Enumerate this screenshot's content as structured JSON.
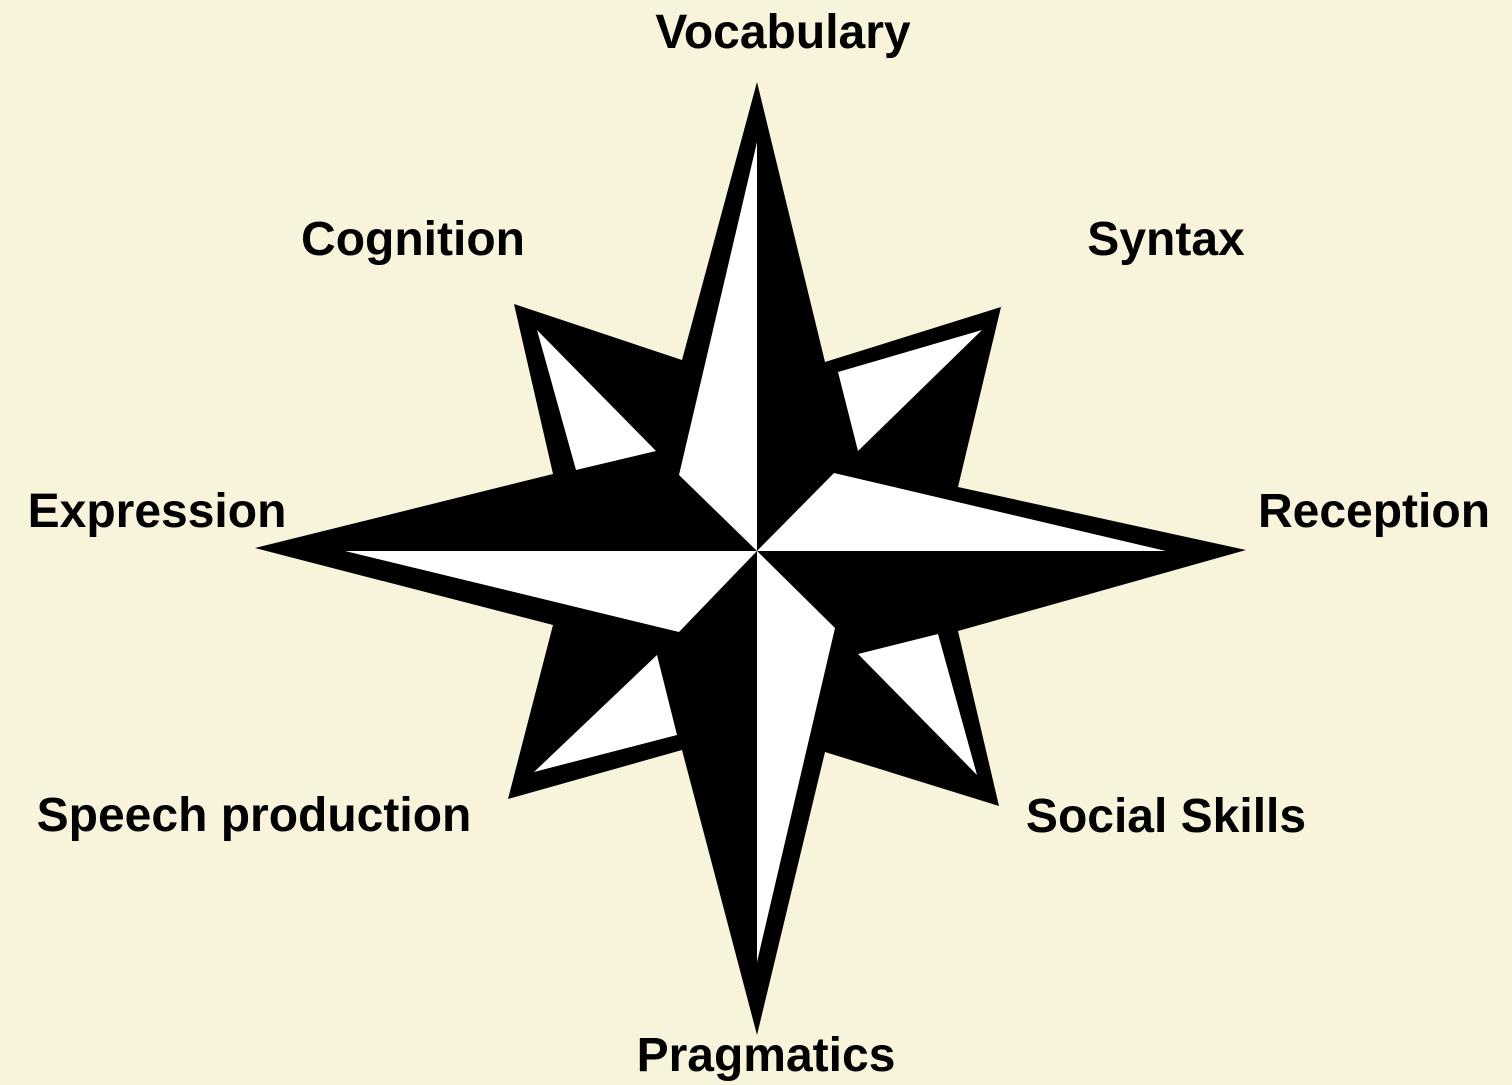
{
  "diagram": {
    "background": "#F8F3DB",
    "ink": "#000000",
    "light": "#FFFFFF",
    "labels": {
      "north": "Vocabulary",
      "northeast": "Syntax",
      "east": "Reception",
      "southeast": "Social Skills",
      "south": "Pragmatics",
      "southwest": "Speech production",
      "west": "Expression",
      "northwest": "Cognition"
    }
  }
}
